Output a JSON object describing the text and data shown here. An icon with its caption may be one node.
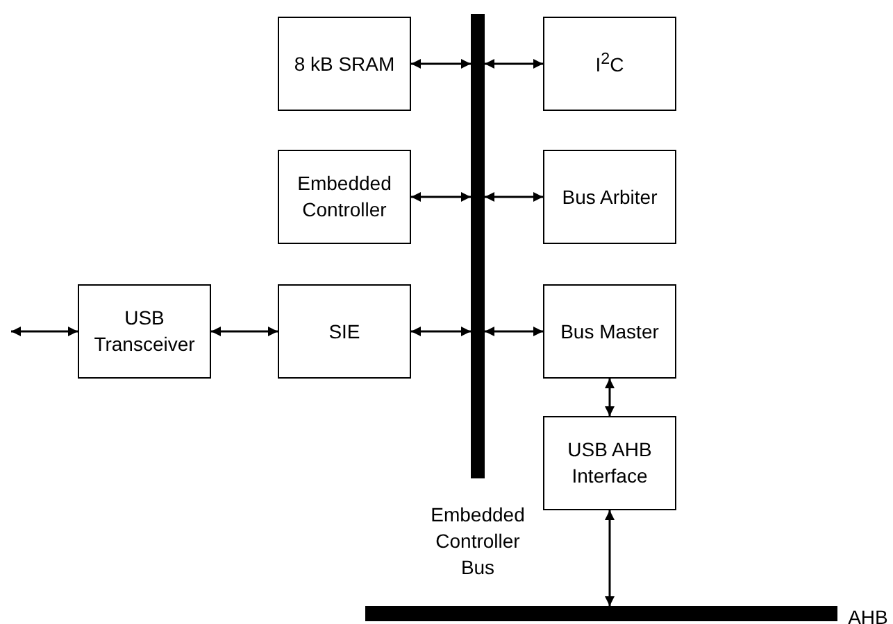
{
  "diagram": {
    "nodes": [
      {
        "text": [
          "8 kB SRAM"
        ]
      },
      {
        "text": [
          "I$^{2}$C"
        ]
      },
      {
        "text": [],
        "shape": "bar",
        "beside": [
          "Embedded Controller Bus"
        ]
      },
      {
        "text": [
          "Embedded Controller"
        ]
      },
      {
        "text": [
          "Bus Arbiter"
        ]
      },
      {
        "text": [
          "USB Transceiver"
        ]
      },
      {
        "text": [
          "SIE"
        ]
      },
      {
        "text": [
          "Bus Master"
        ]
      },
      {
        "text": [
          "USB AHB Interface"
        ]
      },
      {
        "text": [],
        "shape": "bar",
        "beside": [
          "AHB"
        ]
      }
    ],
    "edges": [
      {
        "from": 0,
        "to": 2,
        "arrow": "both"
      },
      {
        "from": 2,
        "to": 1,
        "arrow": "both"
      },
      {
        "from": 3,
        "to": 2,
        "arrow": "both"
      },
      {
        "from": 2,
        "to": 4,
        "arrow": "both"
      },
      {
        "from": null,
        "to": 5,
        "arrow": "both"
      },
      {
        "from": 5,
        "to": 6,
        "arrow": "both"
      },
      {
        "from": 6,
        "to": 2,
        "arrow": "both"
      },
      {
        "from": 2,
        "to": 7,
        "arrow": "both"
      },
      {
        "from": 7,
        "to": 8,
        "arrow": "both"
      },
      {
        "from": 8,
        "to": 9,
        "arrow": "both"
      }
    ]
  }
}
